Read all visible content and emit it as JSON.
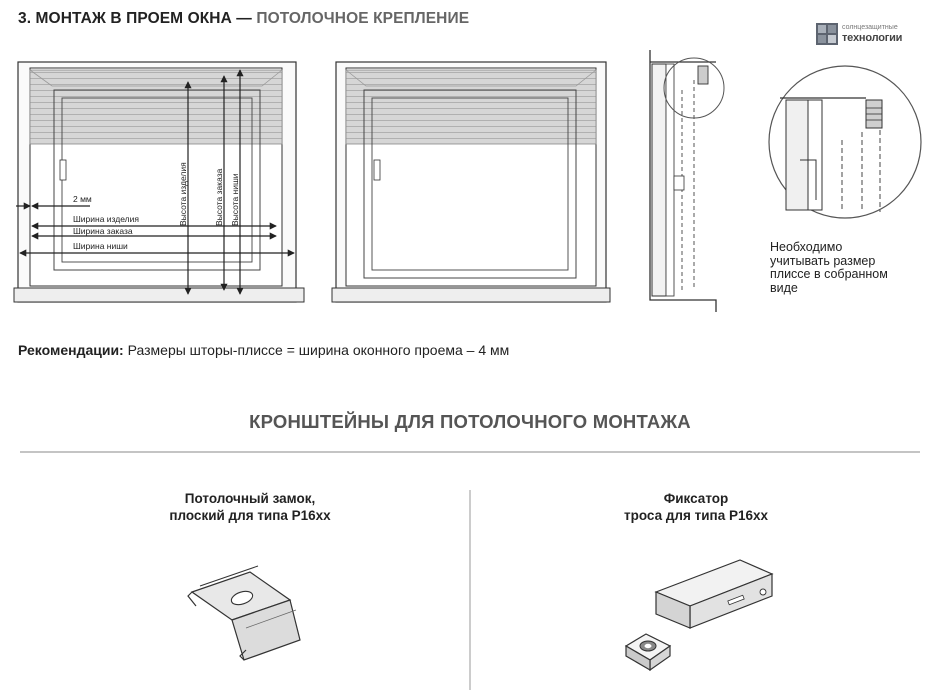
{
  "header": {
    "title_main": "3. МОНТАЖ В ПРОЕМ ОКНА —",
    "title_sub": "ПОТОЛОЧНОЕ КРЕПЛЕНИЕ"
  },
  "logo": {
    "line1": "солнцезащитные",
    "line2": "технологии"
  },
  "diagram1": {
    "label_2mm": "2 мм",
    "label_width_product": "Ширина изделия",
    "label_width_order": "Ширина заказа",
    "label_width_niche": "Ширина ниши",
    "label_height_product": "Высота изделия",
    "label_height_order": "Высота заказа",
    "label_height_niche": "Высота ниши"
  },
  "note": {
    "lines": [
      "Необходимо",
      "учитывать размер",
      "плиссе в собранном",
      "виде"
    ]
  },
  "recommendation": {
    "label": "Рекомендации:",
    "text": " Размеры шторы-плиссе = ширина оконного проема – 4 мм"
  },
  "section": {
    "title": "КРОНШТЕЙНЫ ДЛЯ ПОТОЛОЧНОГО МОНТАЖА"
  },
  "products": [
    {
      "line1": "Потолочный замок,",
      "line2": "плоский для типа P16xx"
    },
    {
      "line1": "Фиксатор",
      "line2": "троса для типа P16xx"
    }
  ]
}
